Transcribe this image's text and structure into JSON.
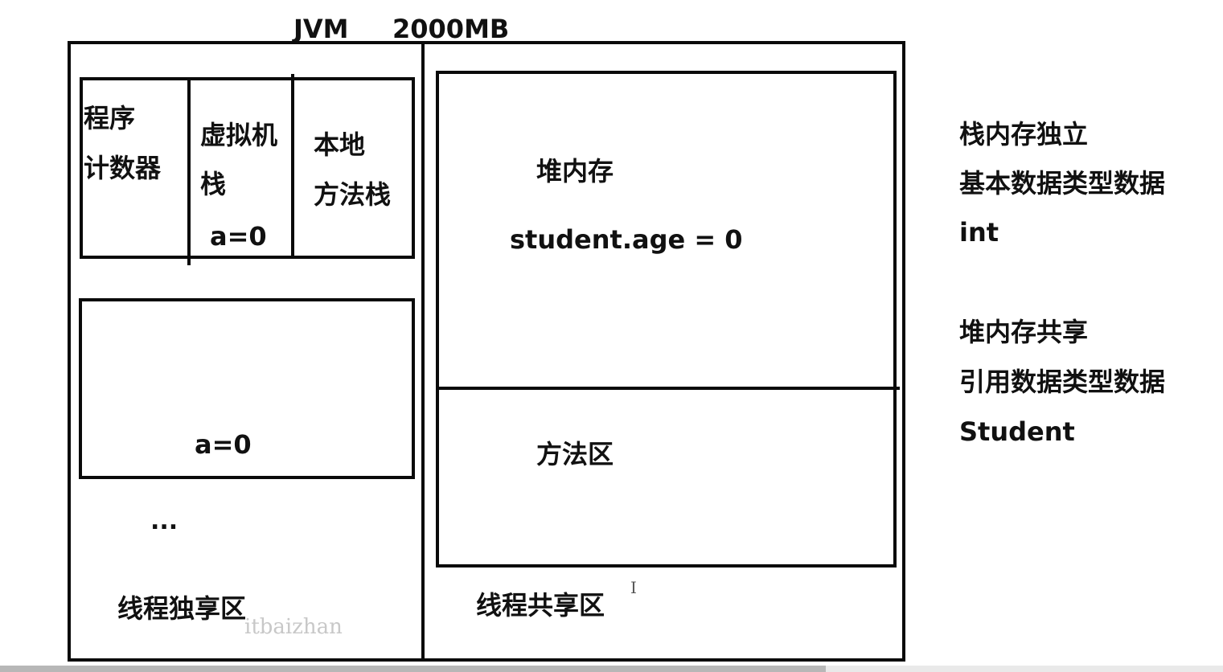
{
  "title": {
    "jvm": "JVM",
    "size": "2000MB"
  },
  "thread_private": {
    "program_counter": [
      "程序",
      "计数器"
    ],
    "vm_stack": [
      "虚拟机",
      "栈"
    ],
    "vm_stack_value": "a=0",
    "native_stack": [
      "本地",
      "方法栈"
    ],
    "frame_value": "a=0",
    "ellipsis": "...",
    "label": "线程独享区"
  },
  "thread_shared": {
    "heap_label": "堆内存",
    "heap_value": "student.age = 0",
    "method_area_label": "方法区",
    "label": "线程共享区"
  },
  "notes": [
    "栈内存独立",
    "基本数据类型数据",
    "int",
    "",
    "堆内存共享",
    "引用数据类型数据",
    "Student"
  ],
  "watermark": "itbaizhan",
  "cursor": "I",
  "video_progress": 0.675
}
